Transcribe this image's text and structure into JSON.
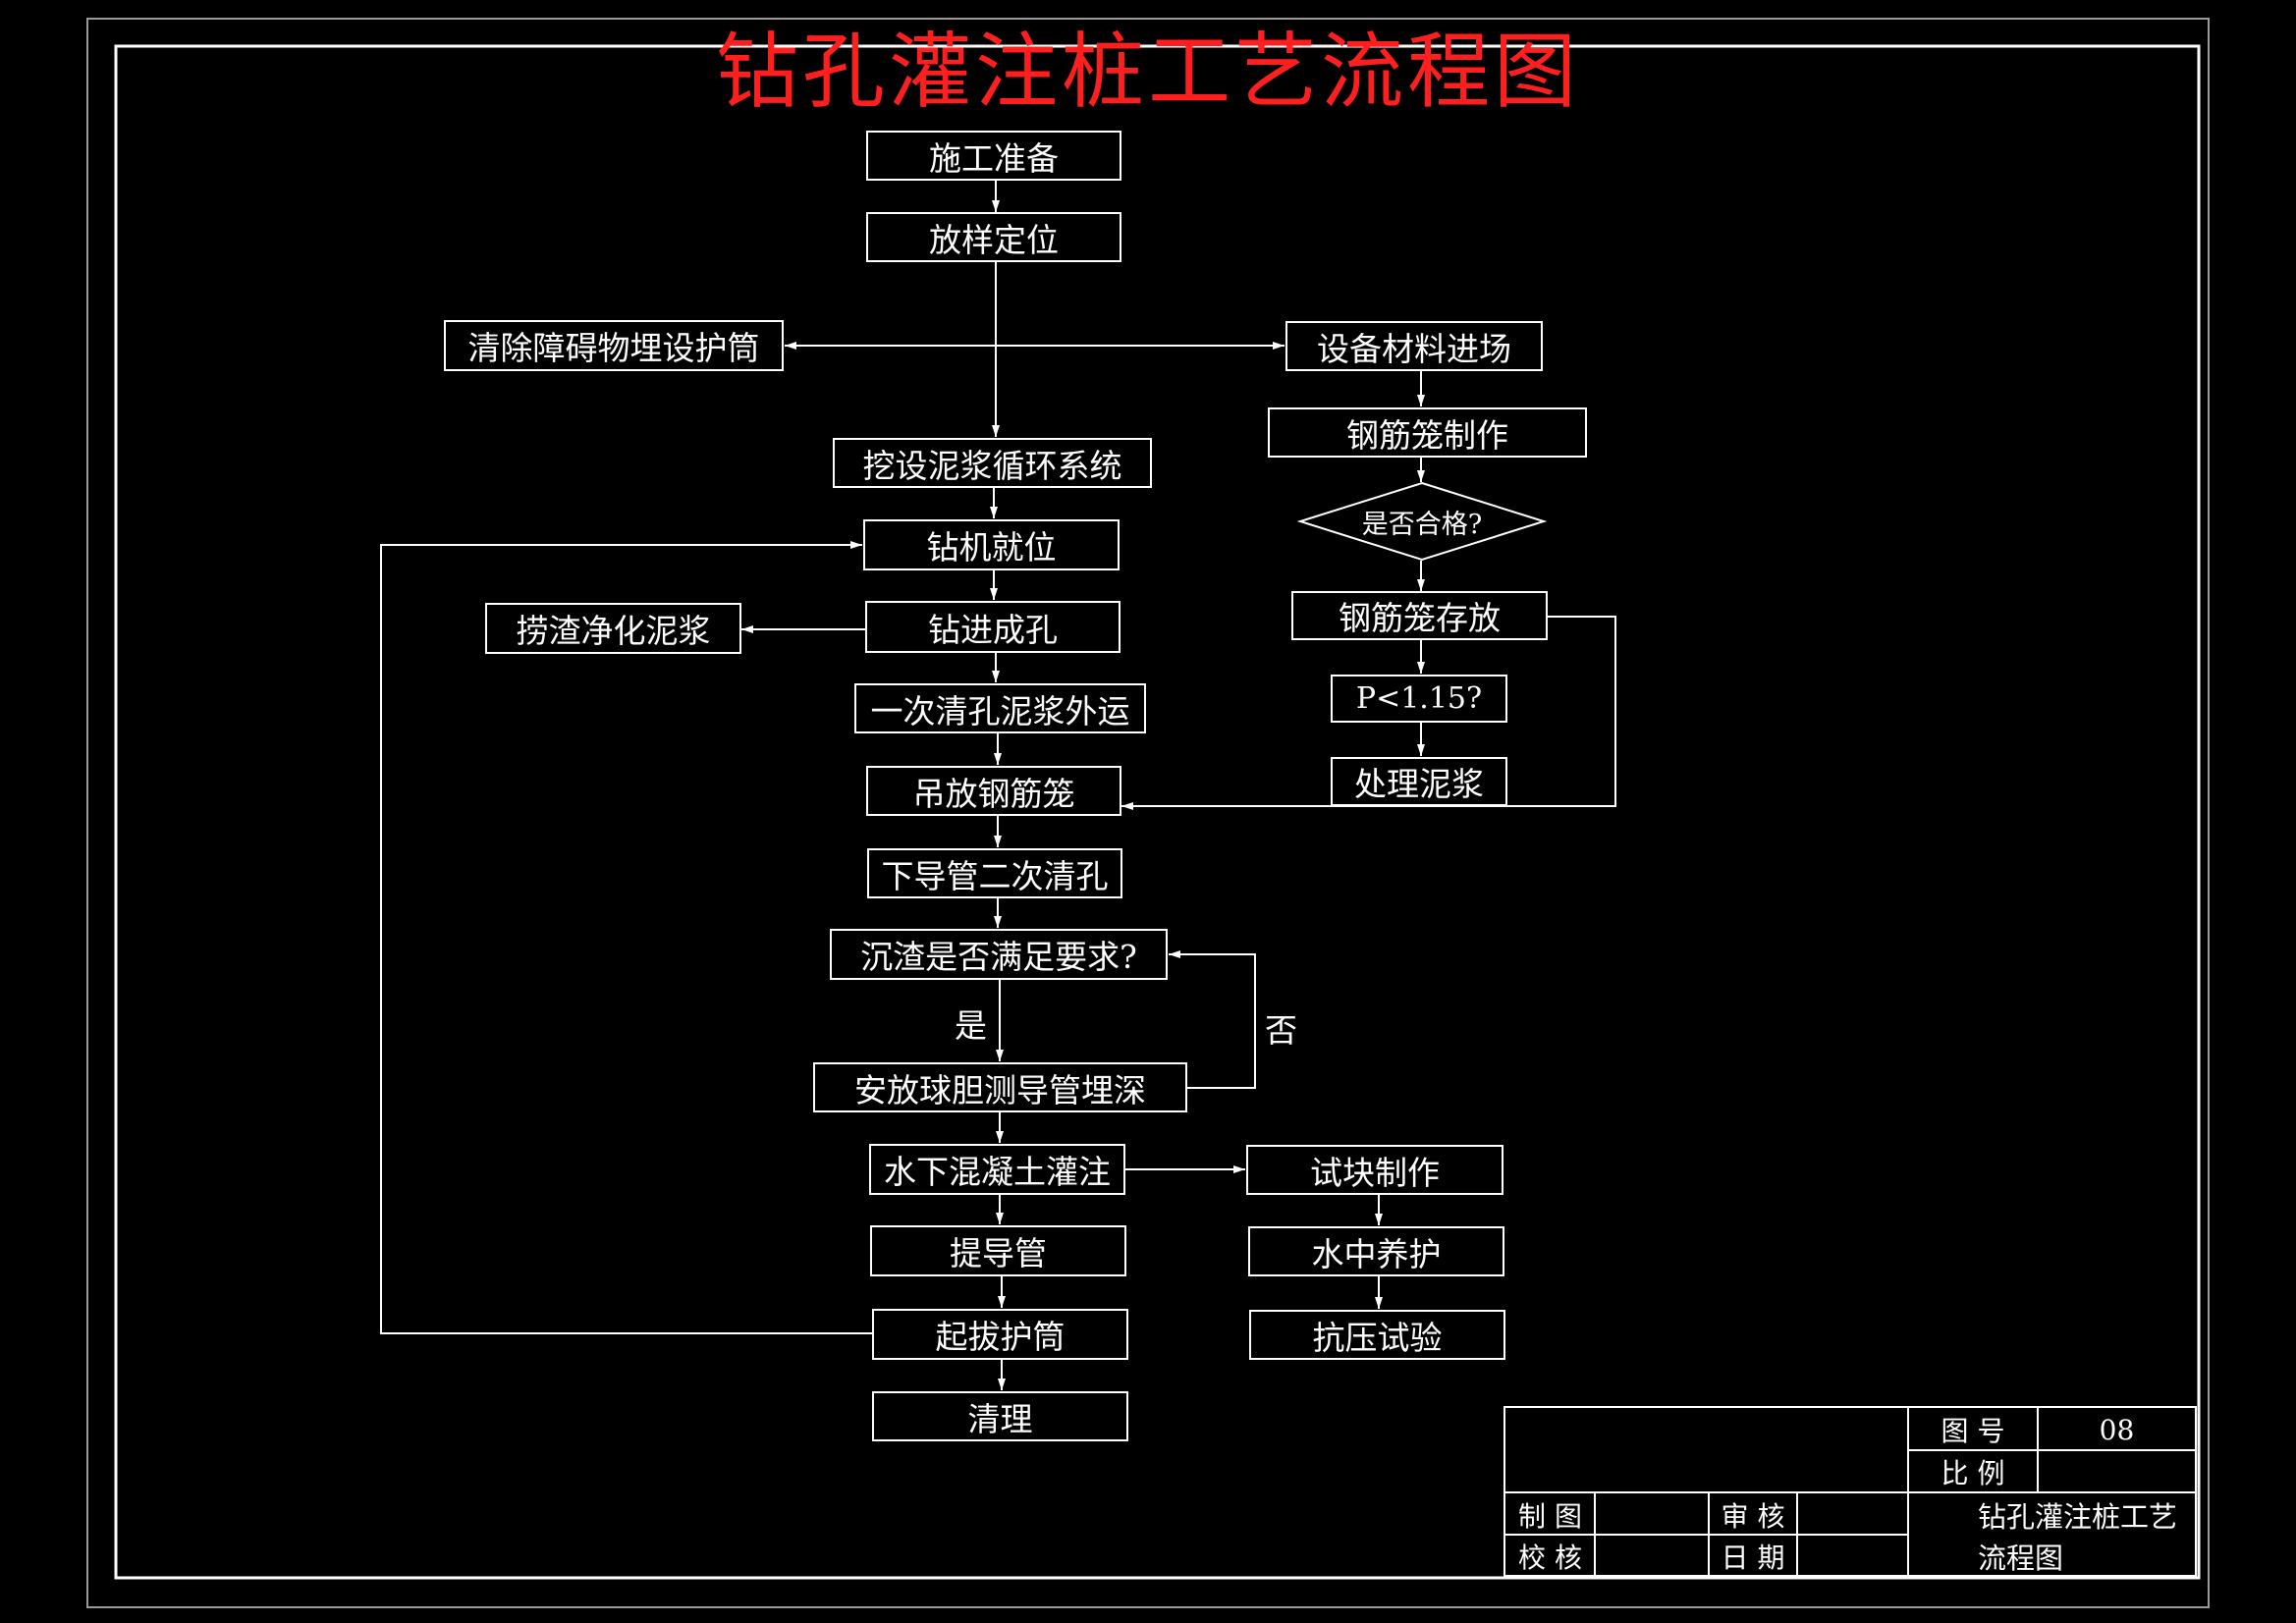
{
  "title": "钻孔灌注桩工艺流程图",
  "colors": {
    "background": "#000000",
    "line": "#ffffff",
    "title": "#ff1f1f"
  },
  "steps": {
    "prepare": "施工准备",
    "setout": "放样定位",
    "clear_casing": "清除障碍物埋设护筒",
    "equipment": "设备材料进场",
    "cage_make": "钢筋笼制作",
    "qualified": "是否合格?",
    "cage_store": "钢筋笼存放",
    "ratio": "P<1.15?",
    "mud_treat": "处理泥浆",
    "mud_system": "挖设泥浆循环系统",
    "rig_place": "钻机就位",
    "purify": "捞渣净化泥浆",
    "drill": "钻进成孔",
    "first_clean": "一次清孔泥浆外运",
    "lower_cage": "吊放钢筋笼",
    "second_clean": "下导管二次清孔",
    "sediment": "沉渣是否满足要求?",
    "yes": "是",
    "no": "否",
    "ball": "安放球胆测导管埋深",
    "pour": "水下混凝土灌注",
    "specimen": "试块制作",
    "cure": "水中养护",
    "compress": "抗压试验",
    "lift_pipe": "提导管",
    "pull_casing": "起拔护筒",
    "cleanup": "清理"
  },
  "title_block": {
    "drawing_no_label": "图 号",
    "drawing_no": "08",
    "scale_label": "比 例",
    "scale": "",
    "drawn_label": "制 图",
    "check_label": "校 核",
    "review_label": "审 核",
    "date_label": "日 期",
    "name_line1": "钻孔灌注桩工艺",
    "name_line2": "流程图"
  }
}
